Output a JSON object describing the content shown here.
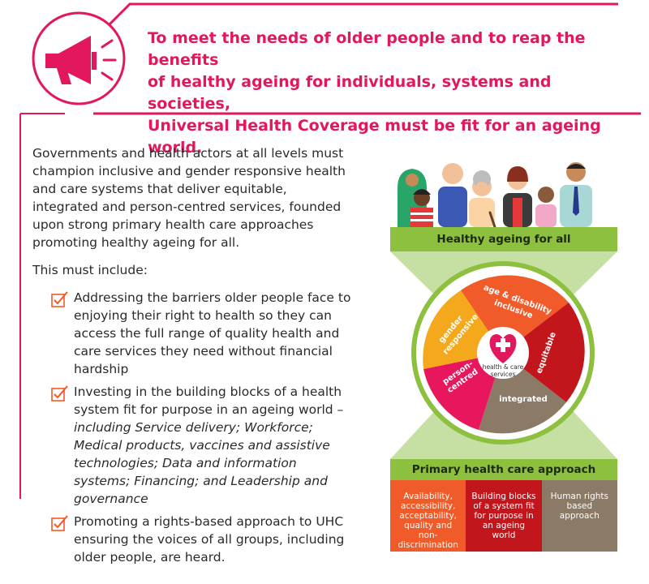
{
  "headline": {
    "lines": [
      "To meet the needs of older people and to reap the benefits",
      "of healthy ageing for individuals, systems and societies,",
      "Universal Health Coverage must be fit for an ageing world."
    ]
  },
  "body": {
    "intro": "Governments and health actors at all levels must champion inclusive and gender responsive health and care systems that deliver equitable, integrated and person-centred services, founded upon strong primary health care approaches promoting healthy ageing for all.",
    "lead": "This must include:",
    "items": [
      {
        "text": "Addressing the barriers older people face to enjoying their right to health so they can access the full range of quality health and care services they need without financial hardship",
        "italic": ""
      },
      {
        "text": "Investing in the building blocks of a health system fit for purpose in an ageing world – ",
        "italic": "including Service delivery; Workforce; Medical products, vaccines and assistive technologies; Data and information systems; Financing; and Leadership and governance"
      },
      {
        "text": "Promoting a rights-based approach to UHC ensuring the voices of all groups, including older people, are heard.",
        "italic": ""
      }
    ]
  },
  "graphic": {
    "top_banner": "Healthy ageing for all",
    "wheel": {
      "segments": [
        {
          "label_lines": [
            "age & disability",
            "inclusive"
          ],
          "color": "#f15a29"
        },
        {
          "label_lines": [
            "equitable"
          ],
          "color": "#c3161c"
        },
        {
          "label_lines": [
            "integrated"
          ],
          "color": "#8b7a66"
        },
        {
          "label_lines": [
            "person-",
            "centred"
          ],
          "color": "#e8175d"
        },
        {
          "label_lines": [
            "gender",
            "responsive"
          ],
          "color": "#f4a91c"
        }
      ],
      "center_lines": [
        "health & care",
        "services"
      ]
    },
    "bottom_banner": "Primary health care approach",
    "columns": [
      {
        "text": "Availability, accessibility, acceptability, quality and non-discrimination",
        "color": "#f15a29"
      },
      {
        "text": "Building blocks of a system fit for purpose in an ageing world",
        "color": "#c3161c"
      },
      {
        "text": "Human rights based approach",
        "color": "#8b7a66"
      }
    ]
  },
  "colors": {
    "accent": "#e2175e",
    "green": "#8dc03f",
    "light_green": "#c6dfa3",
    "checkbox": "#f15a29"
  },
  "icons": [
    "megaphone-icon",
    "checkbox-icon",
    "heart-plus-icon"
  ]
}
